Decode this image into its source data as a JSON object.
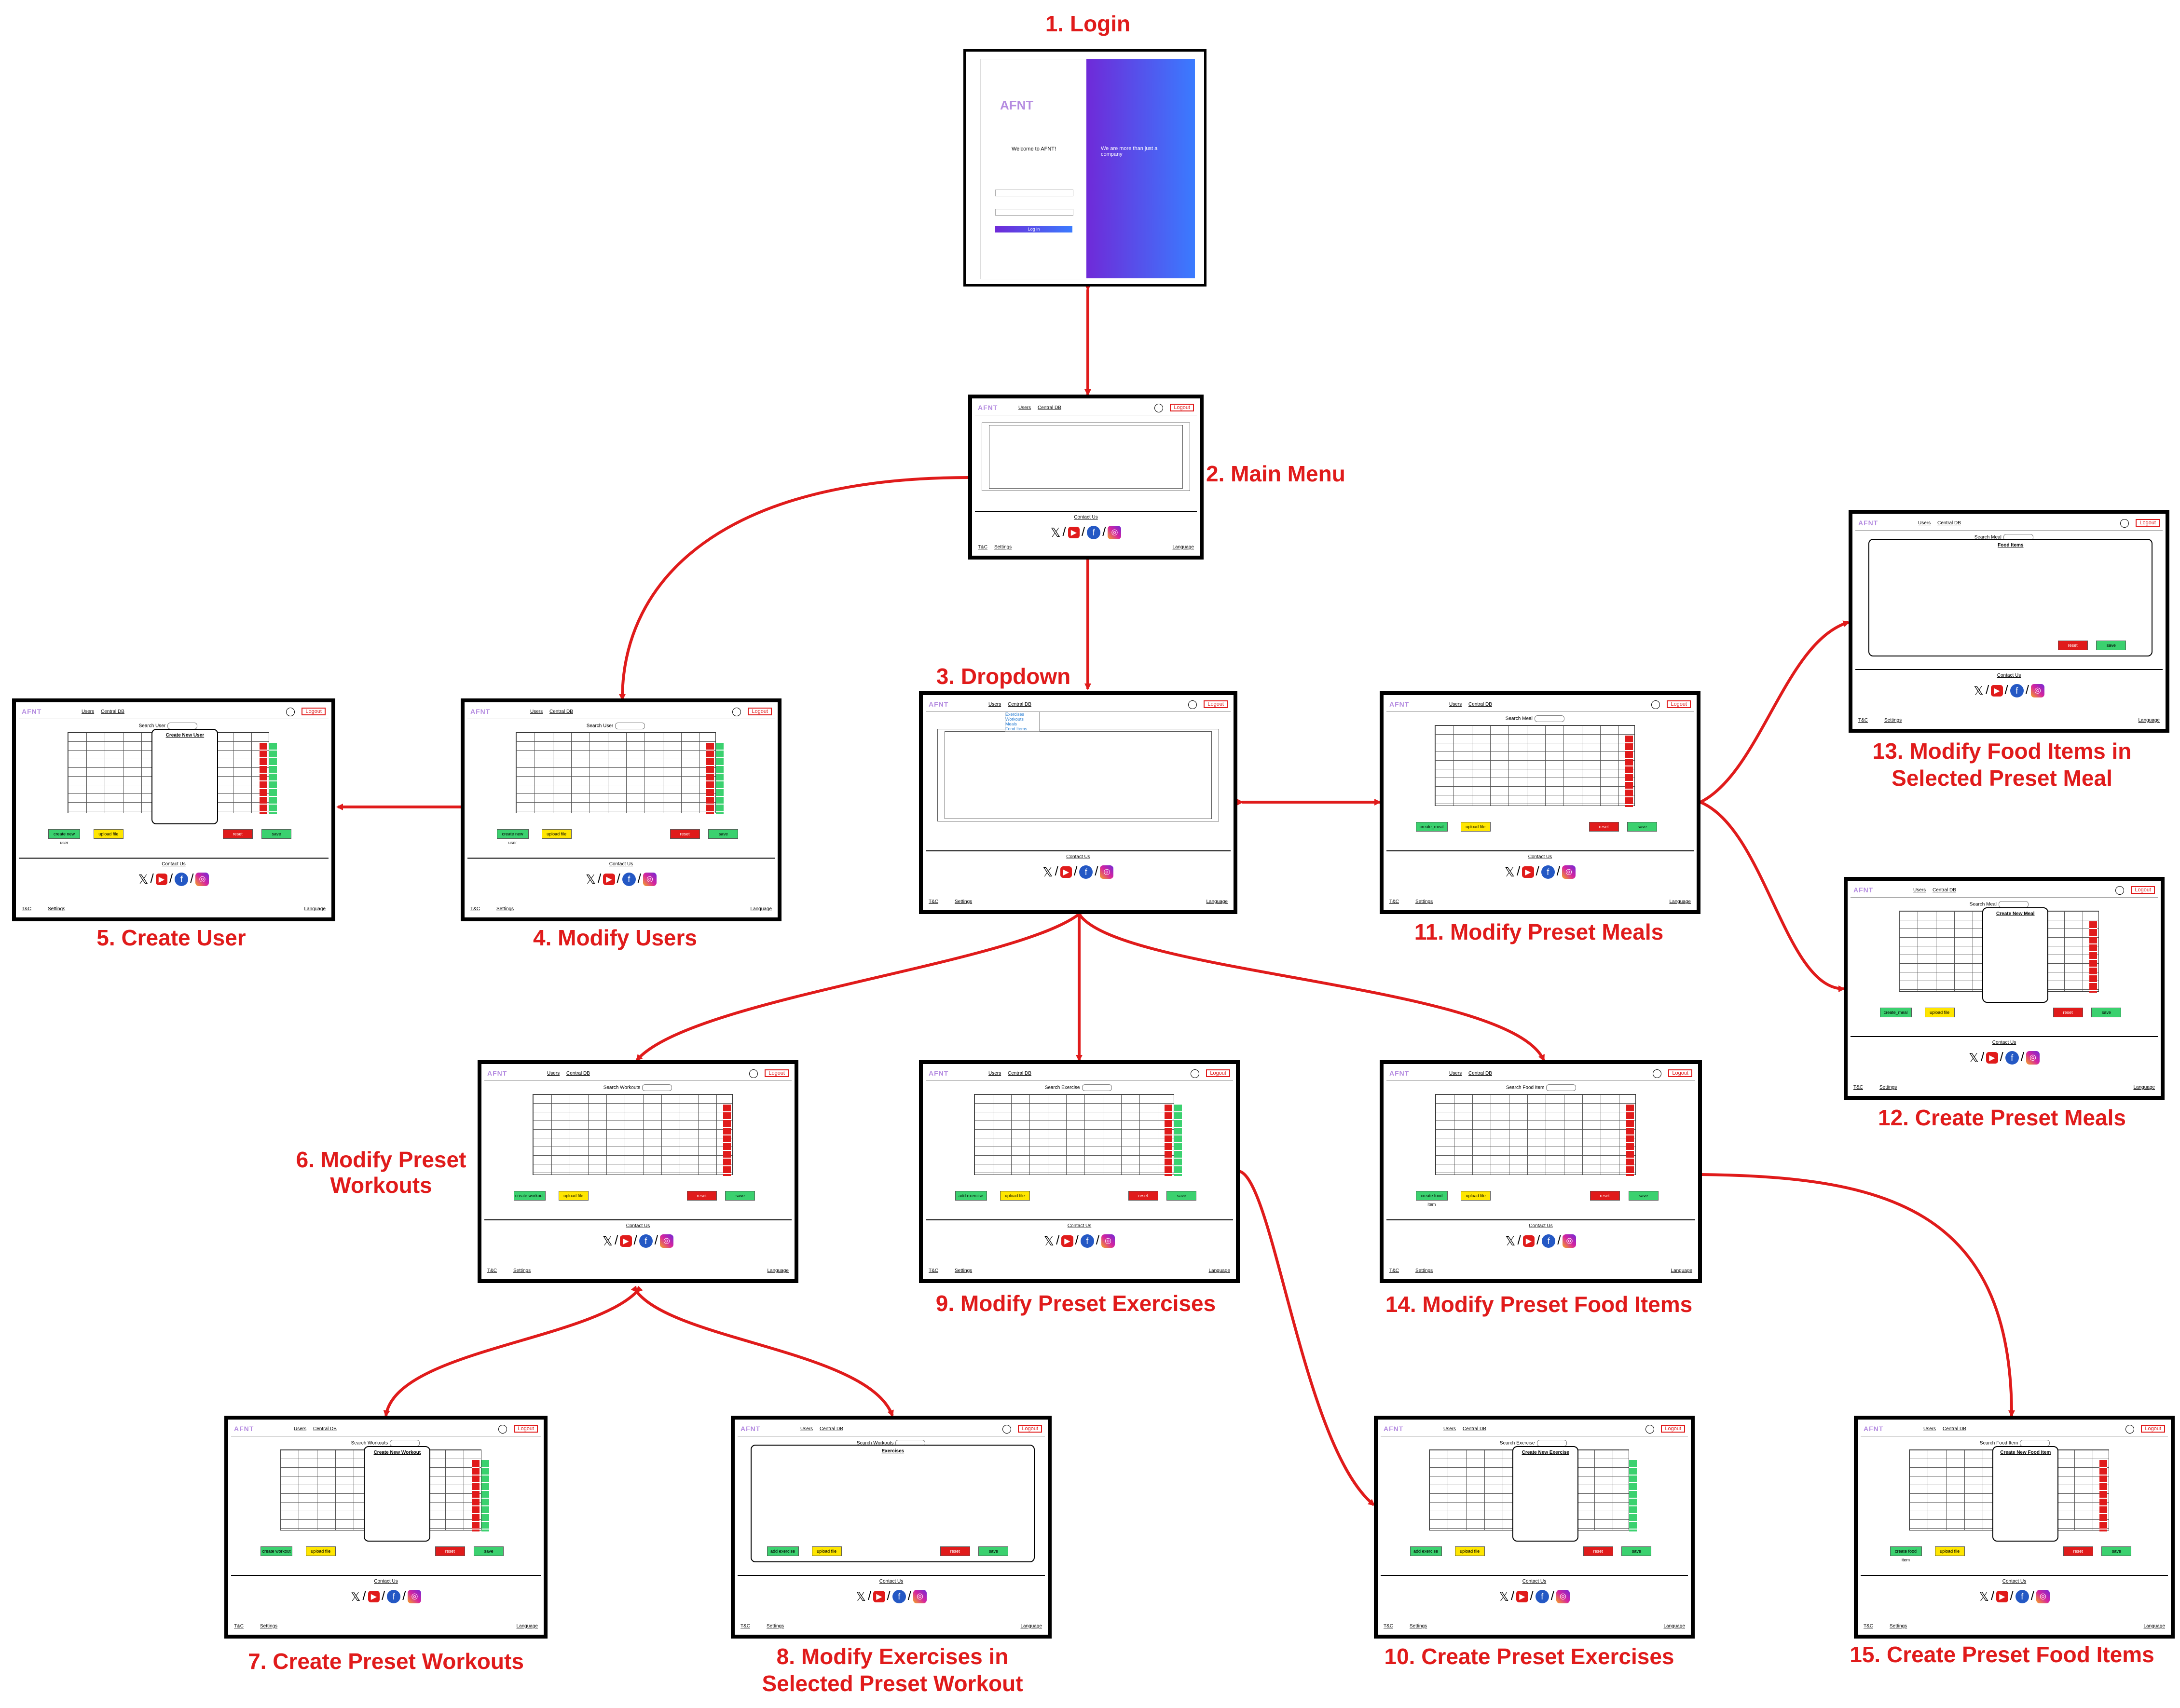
{
  "titles": {
    "s1": "1. Login",
    "s2": "2. Main Menu",
    "s3": "3. Dropdown",
    "s4": "4. Modify Users",
    "s5": "5. Create User",
    "s6a": "6. Modify Preset",
    "s6b": "Workouts",
    "s7": "7. Create Preset Workouts",
    "s8a": "8. Modify Exercises in",
    "s8b": "Selected Preset Workout",
    "s9": "9. Modify Preset Exercises",
    "s10": "10. Create Preset Exercises",
    "s11": "11. Modify Preset Meals",
    "s12": "12. Create Preset Meals",
    "s13a": "13. Modify Food Items in",
    "s13b": "Selected Preset Meal",
    "s14": "14. Modify Preset Food Items",
    "s15": "15. Create Preset Food Items"
  },
  "app": {
    "logo": "AFNT",
    "nav_users": "Users",
    "nav_central": "Central DB",
    "logout": "Logout",
    "contact": "Contact Us",
    "tc": "T&C",
    "settings": "Settings",
    "language": "Language",
    "reset": "reset",
    "save": "save",
    "upload": "upload file"
  },
  "login": {
    "welcome": "Welcome to AFNT!",
    "login_label": "Log in",
    "tagline": "We are more than just a company"
  },
  "dropdown": [
    "Exercises",
    "Workouts",
    "Meals",
    "Food Items"
  ],
  "search": {
    "users": "Search User",
    "workouts": "Search Workouts",
    "exercises": "Search Exercise",
    "meals": "Search Meal",
    "food": "Search Food Item"
  },
  "modals": {
    "user": "Create New User",
    "workout": "Create New Workout",
    "exercises": "Exercises",
    "exercise": "Create New Exercise",
    "food_items": "Food Items",
    "meal": "Create New Meal",
    "food": "Create New Food Item"
  },
  "create_buttons": {
    "user": "create new user",
    "workout": "create workout",
    "exercise": "add exercise",
    "meal": "create_meal",
    "food": "create food item"
  },
  "colors": {
    "accent": "#e01b1b",
    "green": "#3bd16f",
    "yellow": "#ffe600",
    "login_grad_a": "#6f2ad8",
    "login_grad_b": "#3a7bff"
  }
}
